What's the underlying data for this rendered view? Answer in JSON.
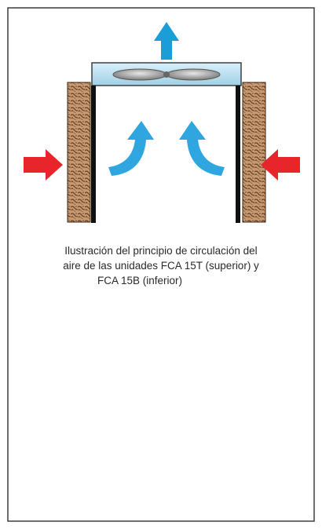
{
  "caption": {
    "line1": "Ilustración del principio de circulación del",
    "line2": "aire de las unidades FCA 15T (superior) y",
    "line3": "FCA 15B (inferior)"
  },
  "colors": {
    "border": "#3d3d3d",
    "wall": "#101010",
    "fan_housing": "#bfe3f2",
    "fan_blade": "#8e8e8e",
    "pad": "#c79b72",
    "pad_texture": "#6b3f24",
    "air_out": "#1b9ed8",
    "air_in": "#e8252a",
    "circulation": "#2fa6e0"
  },
  "icons": [
    "fan-icon",
    "pad-texture",
    "arrow-up-icon",
    "arrow-down-icon",
    "arrow-right-icon",
    "arrow-left-icon",
    "curved-arrow-icon"
  ]
}
